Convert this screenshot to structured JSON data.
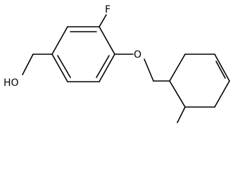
{
  "molecule": {
    "atoms": {
      "fluorine": "F",
      "ether_oxygen": "O",
      "hydroxyl": "HO"
    }
  }
}
